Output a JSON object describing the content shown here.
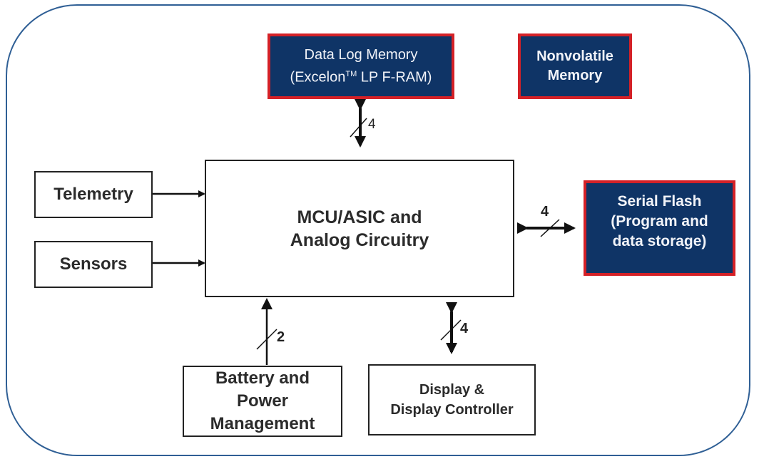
{
  "diagram": {
    "colors": {
      "frame": "#2f5f95",
      "navy_fill": "#0f3466",
      "navy_border": "#d42127",
      "text_dark": "#2b2b2b",
      "text_light": "#f1f3f8"
    },
    "blocks": {
      "data_log_memory": {
        "line1": "Data Log Memory",
        "line2_pre": "(Excelon",
        "line2_sup": "TM",
        "line2_post": " LP F-RAM)"
      },
      "nonvolatile_memory": {
        "line1": "Nonvolatile",
        "line2": "Memory"
      },
      "telemetry": {
        "label": "Telemetry"
      },
      "sensors": {
        "label": "Sensors"
      },
      "mcu": {
        "line1": "MCU/ASIC and",
        "line2": "Analog Circuitry"
      },
      "serial_flash": {
        "line1": "Serial Flash",
        "line2": "(Program and",
        "line3": "data storage)"
      },
      "battery": {
        "line1": "Battery and",
        "line2": "Power",
        "line3": "Management"
      },
      "display": {
        "line1": "Display &",
        "line2": "Display Controller"
      }
    },
    "bus_widths": {
      "data_log_memory": "4",
      "serial_flash": "4",
      "battery": "2",
      "display": "4"
    },
    "connections": [
      {
        "from": "telemetry",
        "to": "mcu",
        "direction": "one-way"
      },
      {
        "from": "sensors",
        "to": "mcu",
        "direction": "one-way"
      },
      {
        "from": "data_log_memory",
        "to": "mcu",
        "direction": "bidirectional",
        "bus_width": "4"
      },
      {
        "from": "mcu",
        "to": "serial_flash",
        "direction": "bidirectional",
        "bus_width": "4"
      },
      {
        "from": "battery",
        "to": "mcu",
        "direction": "one-way",
        "bus_width": "2"
      },
      {
        "from": "display",
        "to": "mcu",
        "direction": "bidirectional",
        "bus_width": "4"
      }
    ]
  }
}
